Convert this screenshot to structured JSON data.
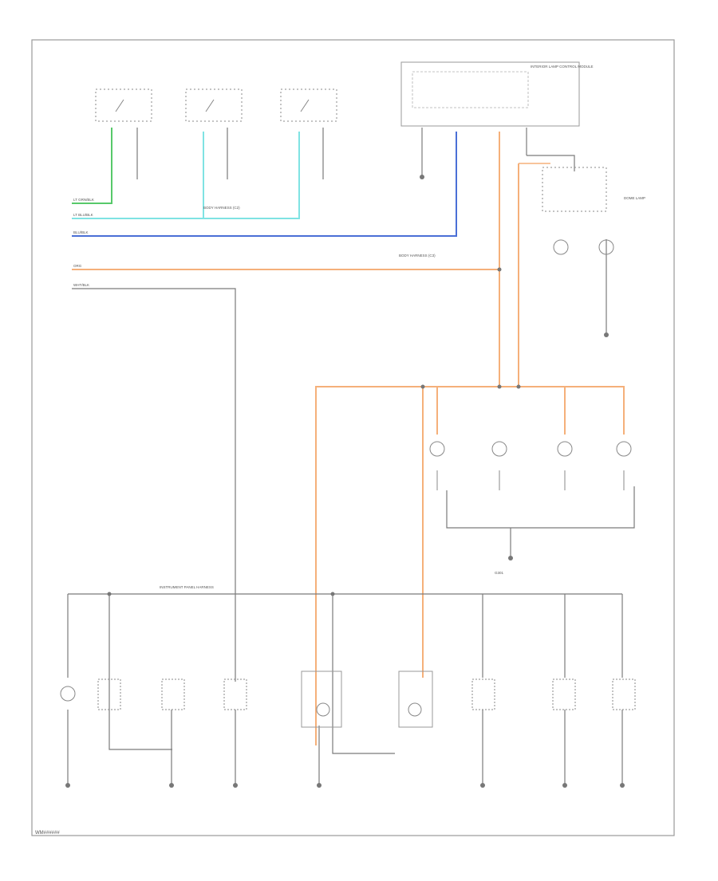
{
  "colors": {
    "frame": "#9a9a9a",
    "wire": "#7a7a7a",
    "wire_light_green": "#57c96a",
    "wire_light_cyan": "#7fe3e3",
    "wire_blue": "#4a6fd6",
    "wire_orange": "#f5b07a",
    "text": "#666666"
  },
  "footer_code": "WM######",
  "labels": {
    "wire_lt_grn": "LT GRN/BLK",
    "wire_lt_blu": "LT BLU/BLK",
    "wire_blu": "BLU/BLK",
    "wire_org": "ORG",
    "wire_wht": "WHT/BLK",
    "harness_1": "BODY HARNESS (C2)",
    "harness_2": "BODY HARNESS (C3)",
    "harness_3": "INSTRUMENT PANEL HARNESS",
    "module": "INTERIOR LAMP CONTROL MODULE",
    "dome": "DOME LAMP",
    "ground": "G301"
  }
}
